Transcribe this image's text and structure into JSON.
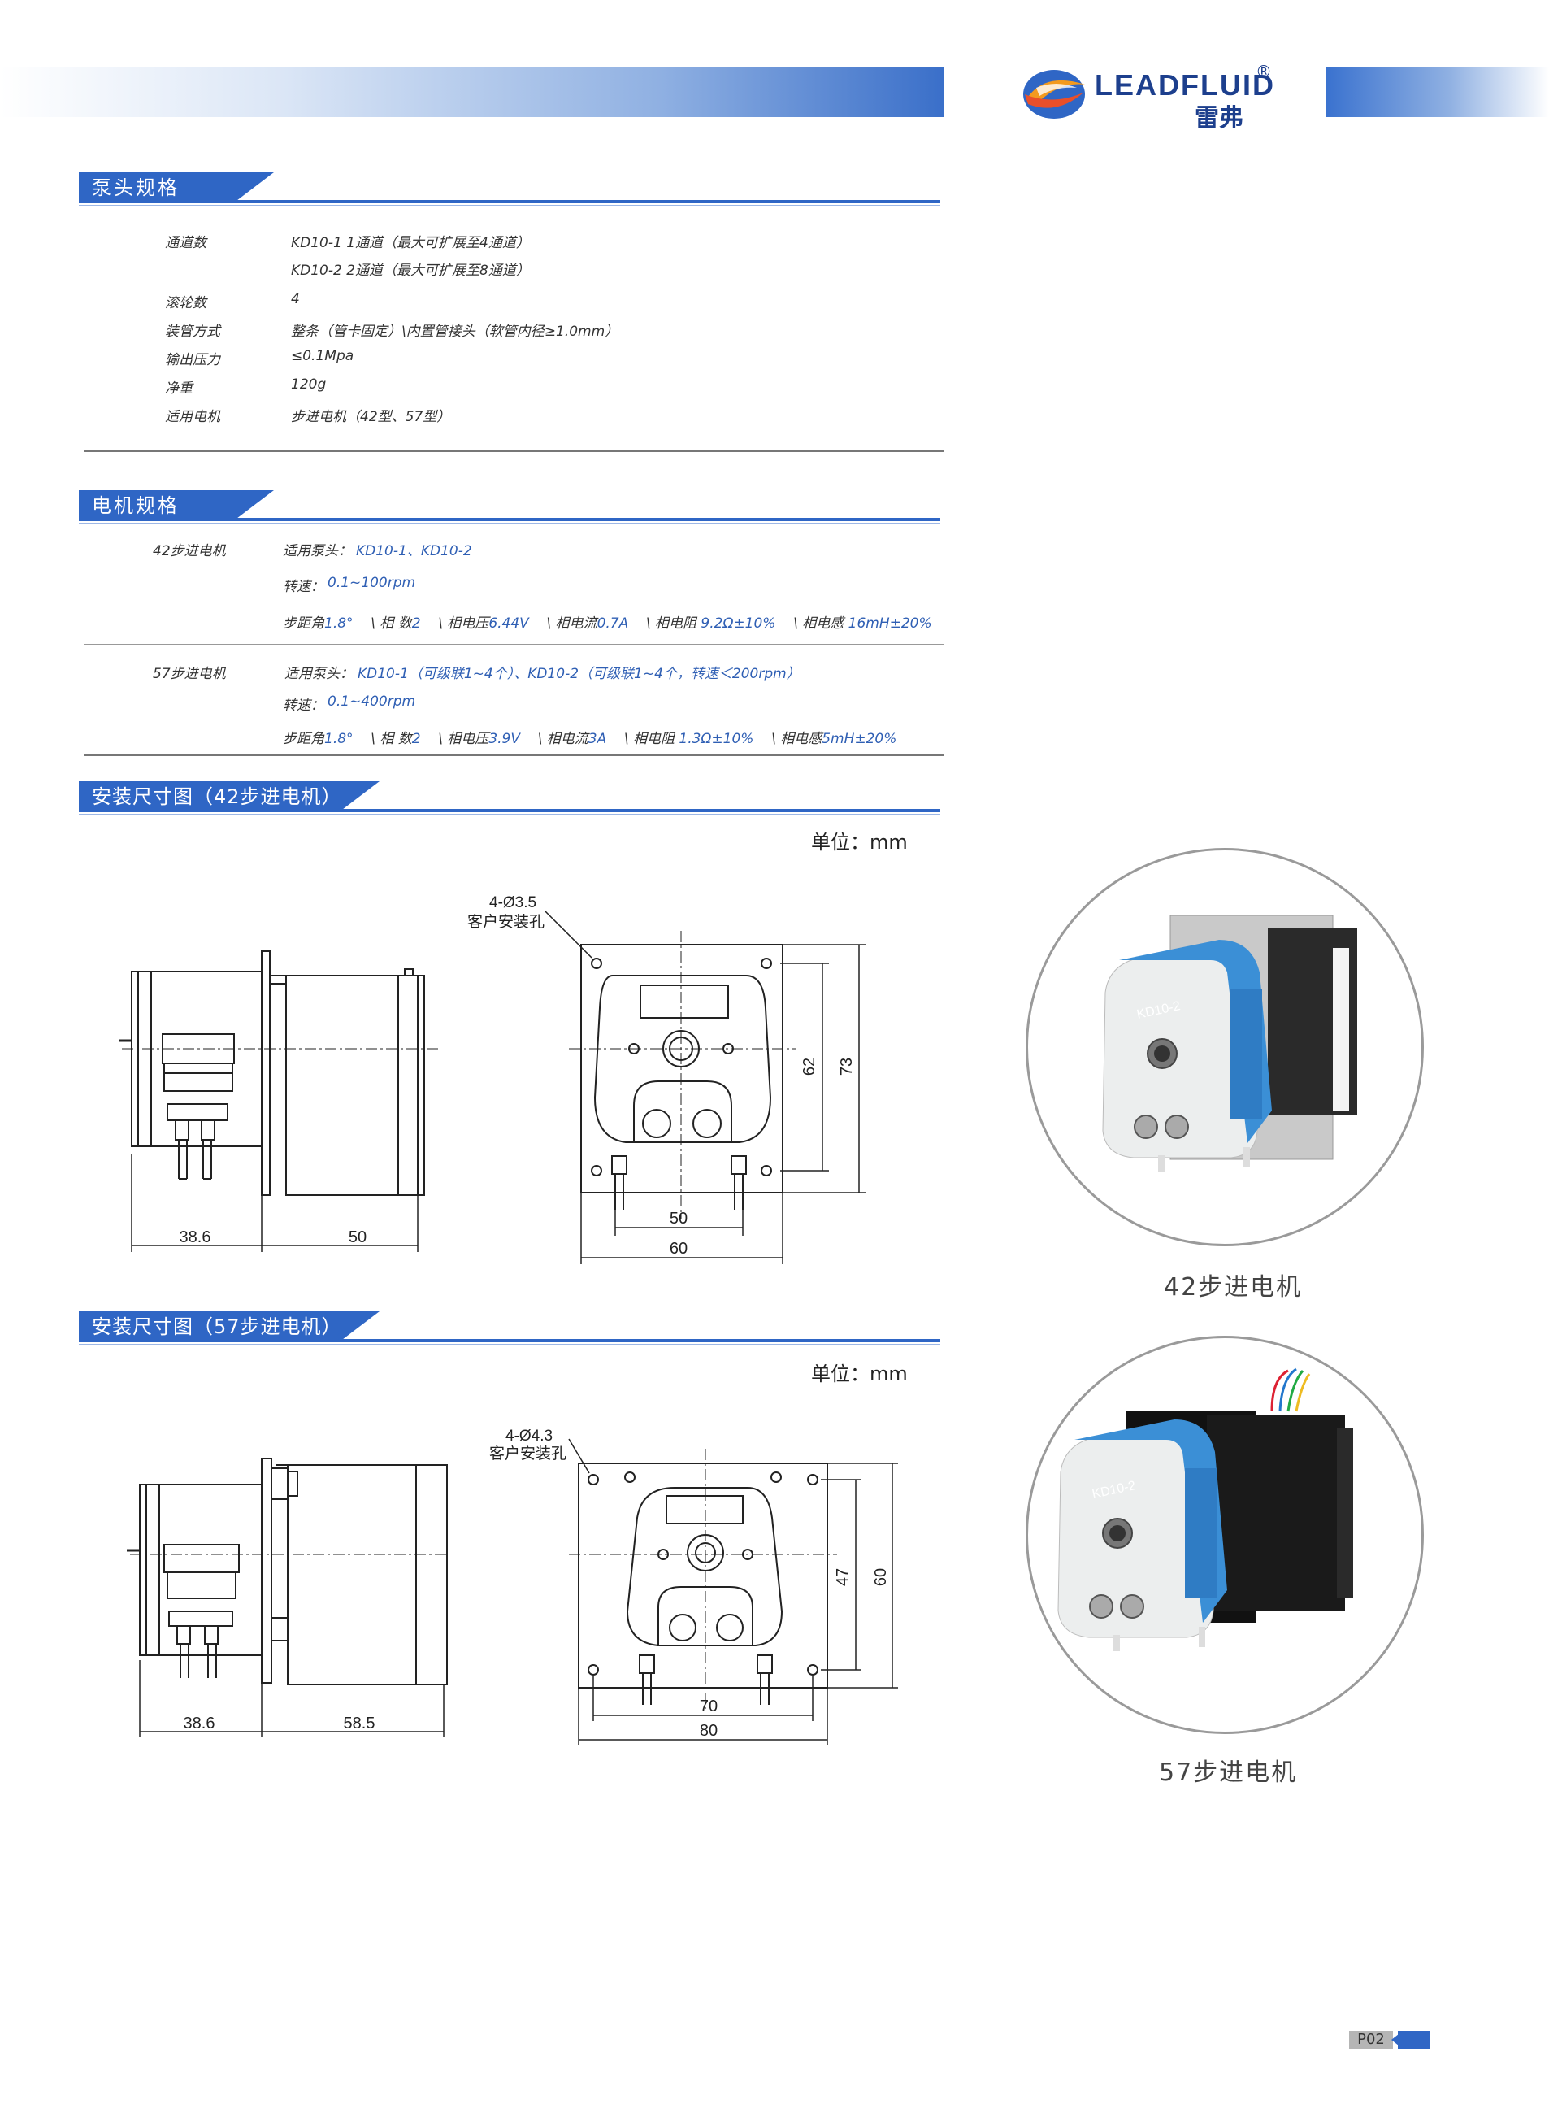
{
  "brand": {
    "name": "LEADFLUID",
    "name_cn": "雷弗",
    "registered": "®"
  },
  "sections": {
    "pump_head": "泵头规格",
    "motor": "电机规格",
    "dim42": "安装尺寸图（42步进电机）",
    "dim57": "安装尺寸图（57步进电机）"
  },
  "pump_head_specs": [
    {
      "label": "通道数",
      "values": [
        "KD10-1   1通道（最大可扩展至4通道）",
        "KD10-2   2通道（最大可扩展至8通道）"
      ]
    },
    {
      "label": "滚轮数",
      "values": [
        "4"
      ]
    },
    {
      "label": "装管方式",
      "values": [
        "整条（管卡固定）\\内置管接头（软管内径≥1.0mm）"
      ]
    },
    {
      "label": "输出压力",
      "values": [
        "≤0.1Mpa"
      ]
    },
    {
      "label": "净重",
      "values": [
        "120g"
      ]
    },
    {
      "label": "适用电机",
      "values": [
        "步进电机（42型、57型）"
      ]
    }
  ],
  "motor_specs": {
    "m42": {
      "label": "42步进电机",
      "applicable_label": "适用泵头：",
      "applicable": "KD10-1、KD10-2",
      "speed_label": "转速：",
      "speed": "0.1~100rpm",
      "params": [
        {
          "k": "步距角",
          "v": "1.8°"
        },
        {
          "k": "\\ 相  数",
          "v": "2"
        },
        {
          "k": "\\ 相电压",
          "v": "6.44V"
        },
        {
          "k": "\\ 相电流",
          "v": "0.7A"
        },
        {
          "k": "\\ 相电阻 ",
          "v": "9.2Ω±10%"
        },
        {
          "k": "\\ 相电感 ",
          "v": "16mH±20%"
        }
      ]
    },
    "m57": {
      "label": "57步进电机",
      "applicable_label": "适用泵头：",
      "applicable": "KD10-1（可级联1~4个）、KD10-2（可级联1~4个，转速＜200rpm）",
      "speed_label": "转速：",
      "speed": "0.1~400rpm",
      "params": [
        {
          "k": "步距角",
          "v": "1.8°"
        },
        {
          "k": "\\ 相  数",
          "v": "2"
        },
        {
          "k": "\\ 相电压",
          "v": "3.9V"
        },
        {
          "k": "\\ 相电流",
          "v": "3A"
        },
        {
          "k": "\\ 相电阻 ",
          "v": "1.3Ω±10%"
        },
        {
          "k": "\\ 相电感",
          "v": "5mH±20%"
        }
      ]
    }
  },
  "unit_label": "单位：mm",
  "drawing42": {
    "hole_note": "4-Ø3.5",
    "hole_label": "客户安装孔",
    "dim_a": "38.6",
    "dim_b": "50",
    "dim_inner": "50",
    "dim_outer": "60",
    "dim_v1": "62",
    "dim_v2": "73",
    "model": "KD10-2"
  },
  "drawing57": {
    "hole_note": "4-Ø4.3",
    "hole_label": "客户安装孔",
    "dim_a": "38.6",
    "dim_b": "58.5",
    "dim_inner": "70",
    "dim_outer": "80",
    "dim_v1": "47",
    "dim_v2": "60",
    "model": "KD10-2"
  },
  "captions": {
    "m42": "42步进电机",
    "m57": "57步进电机"
  },
  "page_number": "P02"
}
